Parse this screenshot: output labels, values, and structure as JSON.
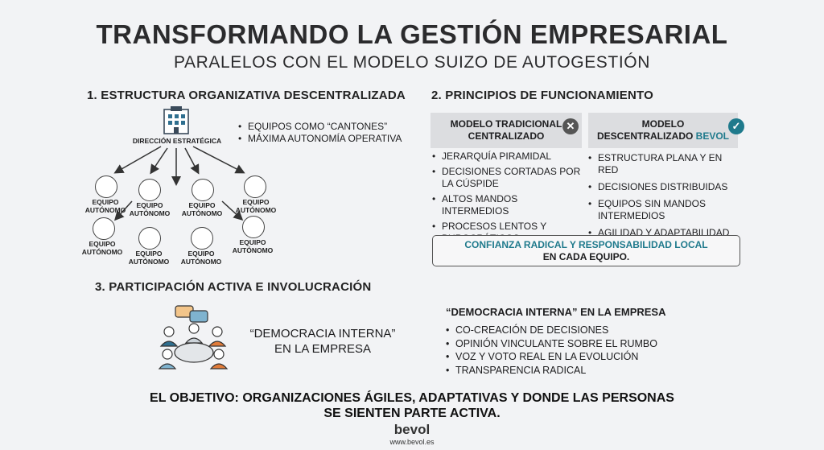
{
  "header": {
    "title": "TRANSFORMANDO LA GESTIÓN EMPRESARIAL",
    "subtitle": "PARALELOS CON EL MODELO SUIZO DE AUTOGESTIÓN"
  },
  "section1": {
    "heading": "1. ESTRUCTURA ORGANIZATIVA DESCENTRALIZADA",
    "root_label": "DIRECCIÓN ESTRATÉGICA",
    "bullets": [
      "EQUIPOS COMO “CANTONES”",
      "MÁXIMA AUTONOMÍA OPERATIVA"
    ],
    "team_label_line1": "EQUIPO",
    "team_label_line2": "AUTÓNOMO"
  },
  "section2": {
    "heading": "2. PRINCIPIOS DE FUNCIONAMIENTO",
    "traditional": {
      "title_line1": "MODELO TRADICIONAL",
      "title_line2": "CENTRALIZADO",
      "items": [
        "JERARQUÍA PIRAMIDAL",
        "DECISIONES CORTADAS POR LA CÚSPIDE",
        "ALTOS MANDOS INTERMEDIOS",
        "PROCESOS LENTOS Y BUROCRÁTICOS"
      ]
    },
    "decentralized": {
      "title_line1": "MODELO",
      "title_line2": "DESCENTRALIZADO",
      "brand": "BEVOL",
      "items": [
        "ESTRUCTURA PLANA Y EN RED",
        "DECISIONES DISTRIBUIDAS",
        "EQUIPOS SIN MANDOS INTERMEDIOS",
        "AGILIDAD Y ADAPTABILIDAD"
      ]
    },
    "confidence_line1": "CONFIANZA RADICAL Y RESPONSABILIDAD LOCAL",
    "confidence_line2": "EN CADA EQUIPO."
  },
  "section3": {
    "heading": "3. PARTICIPACIÓN ACTIVA E INVOLUCRACIÓN",
    "quote_line1": "“DEMOCRACIA INTERNA”",
    "quote_line2": "EN LA EMPRESA",
    "list_heading": "“DEMOCRACIA INTERNA” EN LA EMPRESA",
    "items": [
      "CO-CREACIÓN DE DECISIONES",
      "OPINIÓN VINCULANTE SOBRE EL RUMBO",
      "VOZ Y VOTO REAL EN LA EVOLUCIÓN",
      "TRANSPARENCIA RADICAL"
    ]
  },
  "footer": {
    "objective_line1": "EL OBJETIVO: ORGANIZACIONES ÁGILES, ADAPTATIVAS Y DONDE LAS PERSONAS",
    "objective_line2": "SE SIENTEN PARTE ACTIVA.",
    "brand": "bevol",
    "url": "www.bevol.es"
  },
  "colors": {
    "accent_teal": "#1f7a8c",
    "reject_gray": "#555555",
    "check_blue": "#1f7a8c",
    "people_orange": "#e07b39",
    "people_blue": "#2f6f8f"
  }
}
